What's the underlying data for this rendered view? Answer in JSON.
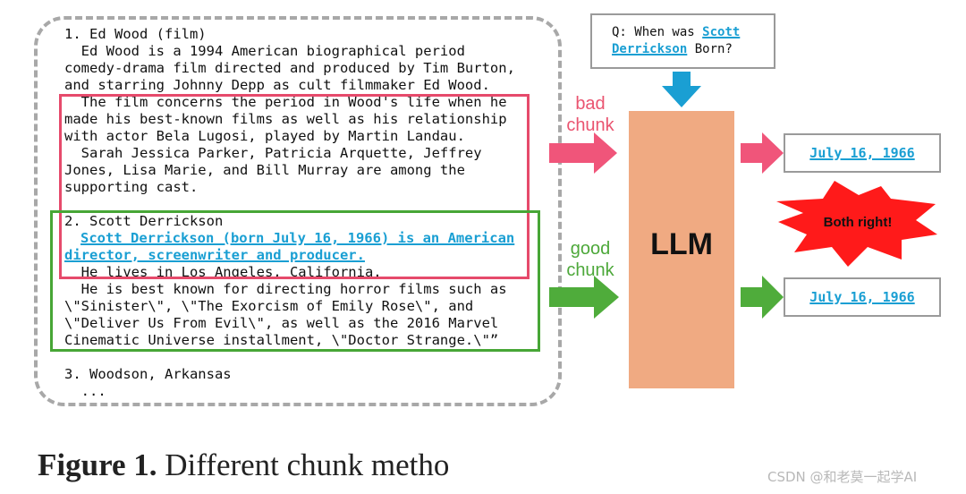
{
  "document": {
    "lines": [
      "1. Ed Wood (film)",
      "  Ed Wood is a 1994 American biographical period",
      "comedy-drama film directed and produced by Tim Burton,",
      "and starring Johnny Depp as cult filmmaker Ed Wood.",
      "  The film concerns the period in Wood's life when he",
      "made his best-known films as well as his relationship",
      "with actor Bela Lugosi, played by Martin Landau.",
      "  Sarah Jessica Parker, Patricia Arquette, Jeffrey",
      "Jones, Lisa Marie, and Bill Murray are among the",
      "supporting cast.",
      "2. Scott Derrickson",
      "Scott Derrickson (born July 16, 1966) is an American",
      "director, screenwriter and producer.",
      "  He lives in Los Angeles, California.",
      "  He is best known for directing horror films such as",
      "\\\"Sinister\\\", \\\"The Exorcism of Emily Rose\\\", and",
      "\\\"Deliver Us From Evil\\\", as well as the 2016 Marvel",
      "Cinematic Universe installment, \\\"Doctor Strange.\\\"”",
      "3. Woodson, Arkansas",
      "  ..."
    ]
  },
  "question": {
    "prefix": "Q: When was ",
    "name_part1": "Scott",
    "name_part2": "Derrickson",
    "suffix": " Born?"
  },
  "labels": {
    "bad_line1": "bad",
    "bad_line2": "chunk",
    "good_line1": "good",
    "good_line2": "chunk",
    "llm": "LLM",
    "both_right": "Both right!"
  },
  "answers": {
    "top": "July 16, 1966",
    "bottom": "July 16, 1966"
  },
  "caption": {
    "bold": "Figure 1.",
    "text": " Different chunk metho"
  },
  "watermark": "CSDN @和老莫一起学AI",
  "colors": {
    "bad": "#e64a6b",
    "good": "#47a636",
    "link_blue": "#1a9fd3",
    "llm_fill": "#f0aa82",
    "burst": "#ff1a1a"
  }
}
